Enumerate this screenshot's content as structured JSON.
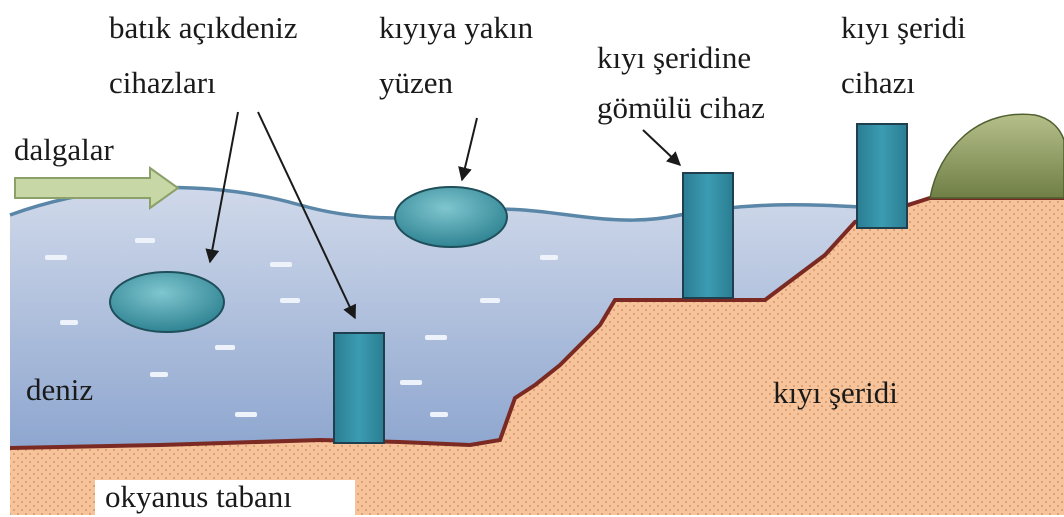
{
  "labels": {
    "submerged_offshore_line1": "batık açıkdeniz",
    "submerged_offshore_line2": "cihazları",
    "nearshore_floating_line1": "kıyıya yakın",
    "nearshore_floating_line2": "yüzen",
    "shoreline_embedded_line1": "kıyı şeridine",
    "shoreline_embedded_line2": "gömülü cihaz",
    "shoreline_device_line1": "kıyı şeridi",
    "shoreline_device_line2": "cihazı",
    "waves": "dalgalar",
    "sea": "deniz",
    "shoreline": "kıyı şeridi",
    "ocean_floor": "okyanus tabanı"
  },
  "colors": {
    "water_top": "#c9d3e6",
    "water_bottom": "#8aa3cc",
    "wave_line": "#5a86a8",
    "sand": "#f7c39a",
    "sand_dots": "#c98a5a",
    "seabed_line": "#7a2a22",
    "device": "#2f8aa0",
    "device_edge": "#1f3f4f",
    "float": "#3a9aa8",
    "rock": "#8a9a5a",
    "arrow_fill": "#c7d8a6",
    "arrow_stroke": "#8ca06a"
  }
}
